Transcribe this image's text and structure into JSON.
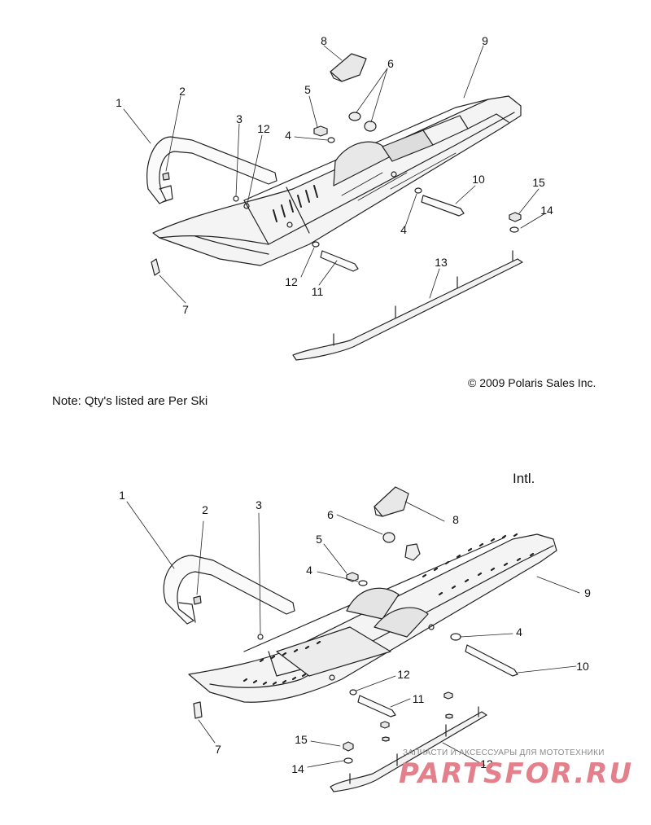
{
  "note": "Note: Qty's listed are Per Ski",
  "copyright": "© 2009 Polaris Sales Inc.",
  "variant_label": "Intl.",
  "watermark": {
    "caption": "ЗАПЧАСТИ И АКСЕССУАРЫ ДЛЯ МОТОТЕХНИКИ",
    "logo": "PARTSFOR.RU"
  },
  "diagram_top": {
    "callouts": [
      "1",
      "2",
      "3",
      "12",
      "5",
      "8",
      "6",
      "9",
      "4",
      "10",
      "15",
      "14",
      "4",
      "12",
      "11",
      "13",
      "7"
    ]
  },
  "diagram_bottom": {
    "callouts": [
      "1",
      "2",
      "3",
      "6",
      "8",
      "5",
      "4",
      "9",
      "4",
      "10",
      "12",
      "11",
      "15",
      "14",
      "13",
      "7"
    ]
  }
}
